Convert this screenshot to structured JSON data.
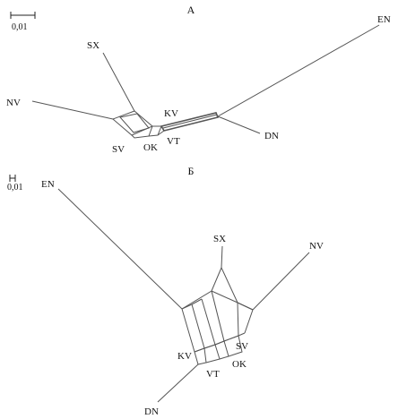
{
  "panel_a": {
    "title": "А",
    "scale_label": "0,01",
    "nodes": {
      "EN": "EN",
      "SX": "SX",
      "NV": "NV",
      "KV": "KV",
      "DN": "DN",
      "VT": "VT",
      "SV": "SV",
      "OK": "OK"
    }
  },
  "panel_b": {
    "title": "Б",
    "scale_label": "0,01",
    "nodes": {
      "EN": "EN",
      "SX": "SX",
      "NV": "NV",
      "SV": "SV",
      "KV": "KV",
      "OK": "OK",
      "VT": "VT",
      "DN": "DN"
    }
  },
  "colors": {
    "edge": "#555555",
    "text": "#111111",
    "background": "#ffffff"
  }
}
